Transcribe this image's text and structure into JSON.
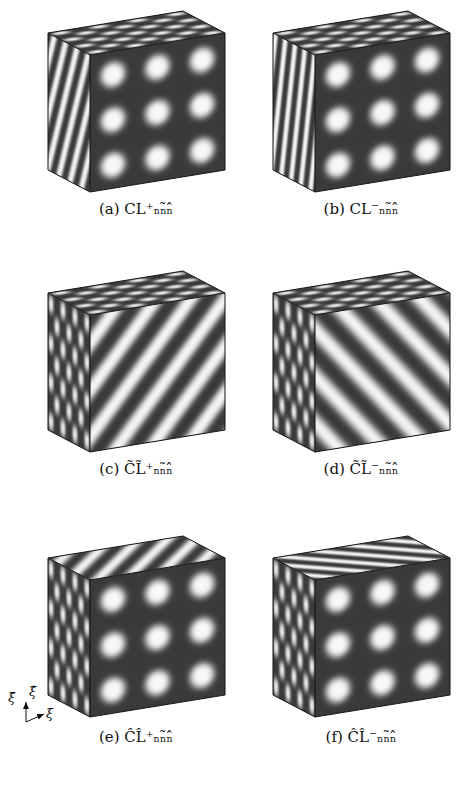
{
  "diagram": {
    "labels": [
      "(a) CL⁺ₙₙ̃ₙ̂",
      "(b) CL⁻ₙₙ̃ₙ̂",
      "(c) C̃L̃⁺ₙₙ̃ₙ̂",
      "(d) C̃L̃⁻ₙₙ̃ₙ̂",
      "(e) ĈL̂⁺ₙₙ̃ₙ̂",
      "(f) ĈL̂⁻ₙₙ̃ₙ̂",
      "ξ̃",
      "ξ̂",
      "ξ"
    ]
  }
}
